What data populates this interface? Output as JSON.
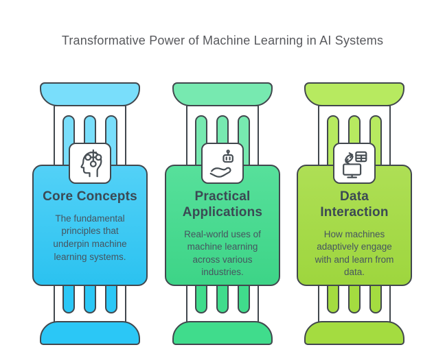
{
  "title": "Transformative Power of Machine Learning in AI Systems",
  "colors": {
    "background": "#FFFFFF",
    "outline": "#41474D",
    "title": "#57585C",
    "card_title": "#3B4954",
    "card_text": "#46545F"
  },
  "pillars": [
    {
      "id": "core-concepts",
      "icon": "ai-head-icon",
      "title": "Core Concepts",
      "description": "The fundamental principles that underpin machine learning systems.",
      "colors": {
        "light": "#79DEFB",
        "bright": "#2BC7F6",
        "card_top": "#53D1F7",
        "card_bottom": "#2BC2F0"
      }
    },
    {
      "id": "practical-applications",
      "icon": "hand-robot-icon",
      "title": "Practical Applications",
      "description": "Real-world uses of machine learning across various industries.",
      "colors": {
        "light": "#77E9B0",
        "bright": "#40DC8C",
        "card_top": "#57E09B",
        "card_bottom": "#3DD487"
      }
    },
    {
      "id": "data-interaction",
      "icon": "data-exchange-icon",
      "title": "Data Interaction",
      "description": "How machines adaptively engage with and learn from data.",
      "colors": {
        "light": "#B7EA60",
        "bright": "#A4DC40",
        "card_top": "#AEDF55",
        "card_bottom": "#9ED63E"
      }
    }
  ]
}
